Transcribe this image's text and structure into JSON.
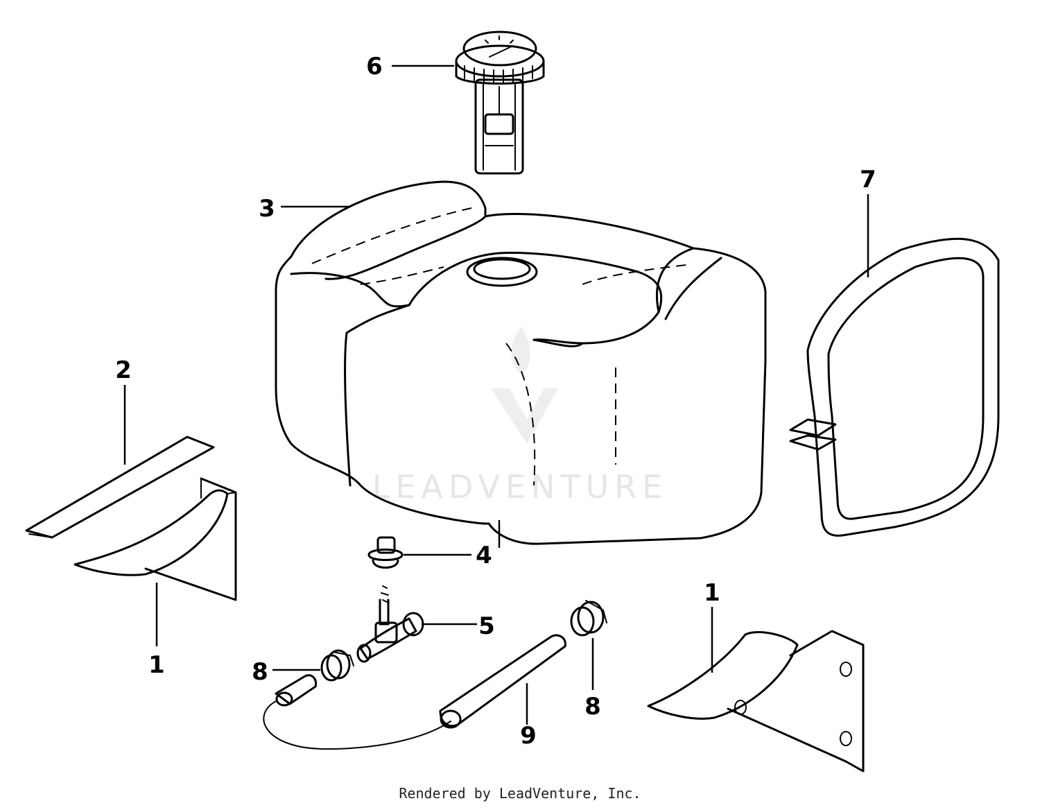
{
  "callouts": {
    "c1a": "1",
    "c1b": "1",
    "c2": "2",
    "c3": "3",
    "c4": "4",
    "c5": "5",
    "c6": "6",
    "c7": "7",
    "c8a": "8",
    "c8b": "8",
    "c9": "9"
  },
  "watermark": "LEADVENTURE",
  "footer": "Rendered by LeadVenture, Inc.",
  "colors": {
    "ink": "#000000",
    "background": "#ffffff",
    "watermark": "#e6e6e6"
  }
}
